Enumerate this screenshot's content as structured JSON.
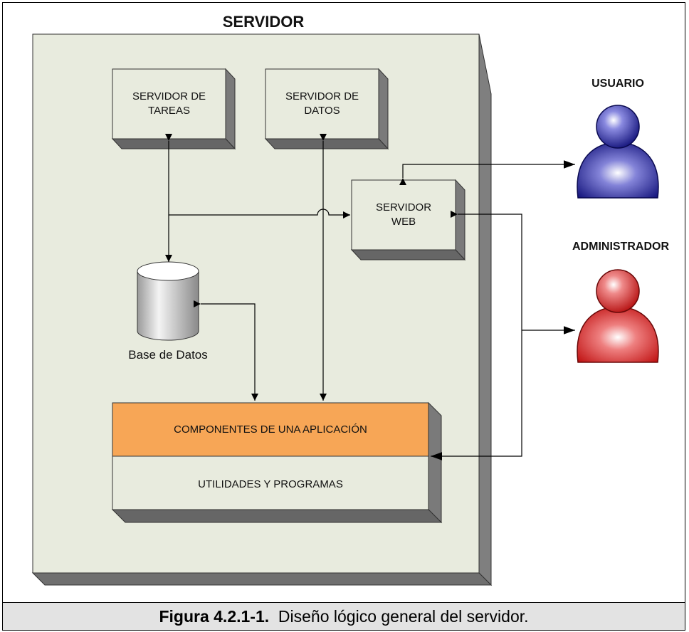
{
  "server": {
    "title": "SERVIDOR"
  },
  "boxes": {
    "tareas": [
      "SERVIDOR DE",
      "TAREAS"
    ],
    "datos": [
      "SERVIDOR DE",
      "DATOS"
    ],
    "web": [
      "SERVIDOR",
      "WEB"
    ],
    "componentes": "COMPONENTES DE UNA APLICACIÓN",
    "utilidades": "UTILIDADES Y PROGRAMAS"
  },
  "database": {
    "label": "Base de Datos"
  },
  "actors": {
    "usuario": {
      "label": "USUARIO",
      "color": "#1d1d9a"
    },
    "administrador": {
      "label": "ADMINISTRADOR",
      "color": "#d01818"
    }
  },
  "colors": {
    "panel": "#e8ebde",
    "orange": "#f7a656",
    "shadow": "#7a7a7a"
  },
  "caption": {
    "figure": "Figura 4.2.1-1.",
    "text": "Diseño lógico general del servidor."
  }
}
